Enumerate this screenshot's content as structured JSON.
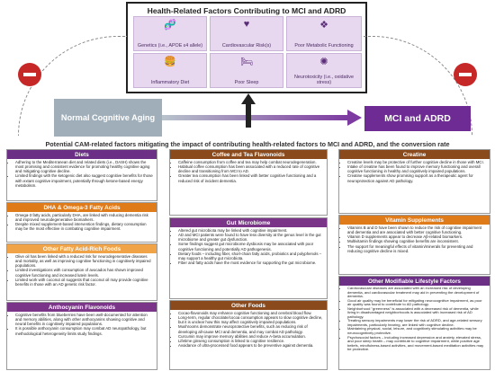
{
  "header": {
    "title": "Health-Related Factors Contributing to MCI and ADRD"
  },
  "factors": [
    {
      "label": "Genetics (i.e., APOE ε4 allele)",
      "icon": "dna-icon"
    },
    {
      "label": "Cardiovascular Risk(s)",
      "icon": "heart-icon"
    },
    {
      "label": "Poor Metabolic Functioning",
      "icon": "metabolic-icon"
    },
    {
      "label": "Inflammatory Diet",
      "icon": "burger-icon"
    },
    {
      "label": "Poor Sleep",
      "icon": "bed-icon"
    },
    {
      "label": "Neurotoxicity (i.e., oxidative stress)",
      "icon": "neuron-icon"
    }
  ],
  "stages": {
    "normal": "Normal Cognitive Aging",
    "mci": "MCI and ADRD"
  },
  "subtitle": "Potential CAM-related factors mitigating the impact of contributing health-related factors to MCI and ADRD, and the conversion rate",
  "colors": {
    "diets": "#6b2f86",
    "omega": "#e07b1a",
    "fruits": "#f0a447",
    "anthocyanin": "#7a3588",
    "coffee": "#8a4a1c",
    "microbiome": "#7a3588",
    "other_foods": "#8a4a1c",
    "creatine": "#8a4a1c",
    "vitamin": "#e07b1a",
    "lifestyle": "#6b2f86",
    "danger": "#c62828"
  },
  "panels": {
    "diets": {
      "title": "Diets",
      "items": [
        "Adhering to the Mediterranean diet and related diets (i.e., DASH) shows the most promising and consistent evidence for promoting healthy cognitive aging and mitigating cognitive decline.",
        "Limited findings with the ketogenic diet also suggest cognitive benefits for those with extant cognitive impairment, potentially through ketone-based energy metabolism."
      ]
    },
    "omega": {
      "title": "DHA & Omega-3 Fatty Acids",
      "items": [
        "Omega-3 fatty acids, particularly DHA, are linked with reducing dementia risk and improved neurodegenerative biomarkers.",
        "Despite mixed supplement-based intervention findings, dietary consumption may be the most effective in combating cognitive impairment."
      ]
    },
    "fruits": {
      "title": "Other Fatty Acid-Rich Foods",
      "items": [
        "Olive oil has been linked with a reduced risk for neurodegenerative diseases and mortality, as well as improving cognitive functioning in cognitively impaired populations.",
        "Limited investigations with consumption of avocados has shown improved cognitive functioning and increased lutein levels.",
        "Limited work with coconut oil suggests that coconut oil may provide cognitive benefits in those with an AD genetic risk factor."
      ]
    },
    "anthocyanin": {
      "title": "Anthocyanin Flavonoids",
      "items": [
        "Cognitive benefits from blueberries have been well-documented for attention and memory abilities, along with other anthocyanins showing cognitive and neural benefits in cognitively impaired populations.",
        "It is possible anthocyanin consumption may combat AD neuropathology, but methodological heterogeneity limits study findings."
      ]
    },
    "coffee": {
      "title": "Coffee and Tea Flavonoids",
      "items": [
        "Caffeine consumption from coffee and tea may help combat neurodegeneration.",
        "Habitual coffee consumption has been associated with a reduced rate of cognitive decline and transitioning from MCI to AD.",
        "Greater tea consumption has been linked with better cognitive functioning and a reduced risk of incident dementia."
      ]
    },
    "microbiome": {
      "title": "Gut Microbiome",
      "items": [
        "Altered gut microbiota may be linked with cognitive impairment.",
        "AD and MCI patients were found to have less diversity at the genus level in the gut microbiome and greater gut dysfunction.",
        "Some findings suggest gut microbiome dysbiosis may be associated with poor cognitive functioning and potentially AD pathogenesis.",
        "Dietary foods – including fiber, short-chain fatty acids, probiotics and polyphenols – may support a healthy gut microbiota.",
        "Fiber and fatty acids have the most evidence for supporting the gut microbiome."
      ]
    },
    "other_foods": {
      "title": "Other Foods",
      "items": [
        "Cocao-flavonoids may enhance cognitive functioning and cerebral blood flow.",
        "Long-term, regular chocolate/cocoa consumption appears to slow cognitive decline, but it is unclear how this may affect cognitively impaired populations.",
        "Mushrooms demonstrate neuroprotective benefits, such as reducing risk of developing all-cause MCI and dementia, and may combat AD pathology.",
        "Curcumin may improve memory abilities and reduce A-beta accumulation.",
        "Lifetime ginseng consumption is linked to cognitive resilience.",
        "Avoidance of ultra-processed food appears to be preventive against dementia."
      ]
    },
    "creatine": {
      "title": "Creatine",
      "items": [
        "Creatine levels may be protective of further cognitive decline in those with MCI.",
        "Intake of creatine has been found to improve memory functioning and overall cognitive functioning in healthy and cognitively impaired populations.",
        "Creatine supplements show promising support as a therapeutic agent for neuroprotection against AD pathology."
      ]
    },
    "vitamin": {
      "title": "Vitamin Supplements",
      "items": [
        "Vitamins B and D have been shown to reduce the risk of cognitive impairment and dementia and are associated with better cognitive functioning.",
        "Vitamin D supplements appear to decrease Aβ-related biomarkers.",
        "Multivitamin findings showing cognitive benefits are inconsistent.",
        "The support for meaningful effects of vitamin/minerals for preventing and reducing cognitive decline is mixed."
      ]
    },
    "lifestyle": {
      "title": "Other Modifiable Lifestyle Factors",
      "items": [
        "Cardiovascular diseases are associated with an increased risk of developing dementia, and cardiovascular treatment may aid in preventing the development of dementia.",
        "Good air quality may be beneficial for mitigating neurocognitive impairment, as poor air quality was found to contribute to AD pathology.",
        "Neighborhood \"greenness\" is associated with a decreased risk of dementia, while living in disadvantaged neighborhoods is associated with increased risk of AD pathology.",
        "Treating sensory impairments may lower the risk of ADRD, and age-related sensory impairments, particularly hearing, are linked with cognitive decline.",
        "Maintaining physical, social, leisure, and cognitively stimulating activities may be neurocognitively protective.",
        "Psychosocial factors – including increased depression and anxiety, elevated stress, and poor sleep health – may contribute to cognitive impairment, while positive age beliefs, mindfulness-based activities, and movement-based meditation activities may be protective."
      ]
    }
  }
}
